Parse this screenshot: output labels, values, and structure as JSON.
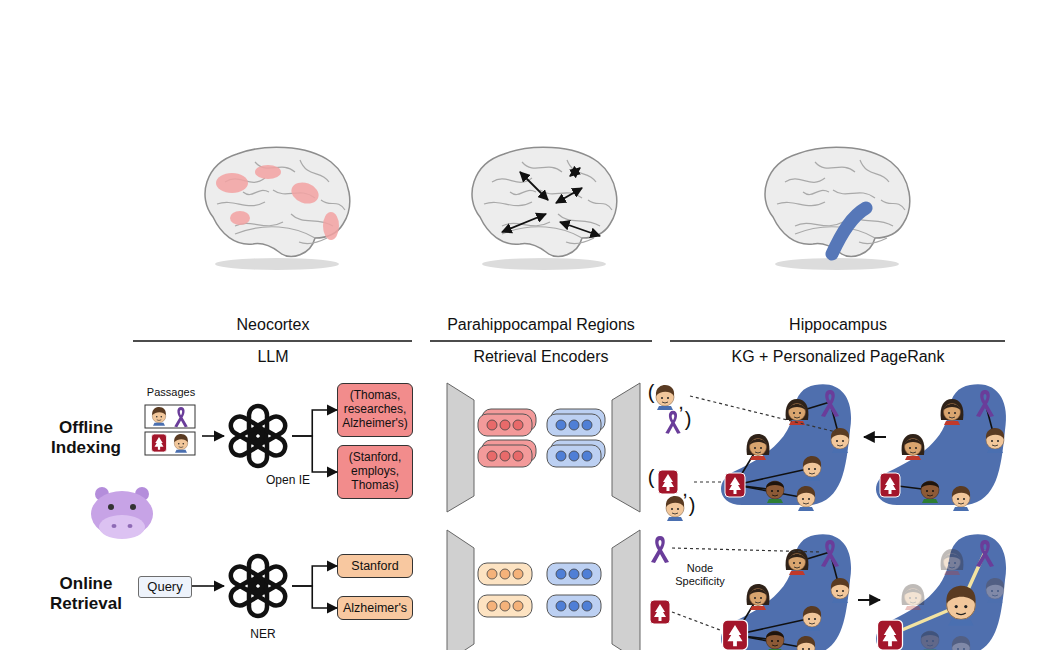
{
  "diagram": {
    "nodes": [
      {
        "text": [
          "Passages"
        ]
      },
      {
        "text": [
          "Open IE"
        ]
      },
      {
        "text": [
          "(Thomas, researches, Alzheimer's)"
        ]
      },
      {
        "text": [
          "(Stanford, employs, Thomas)"
        ]
      },
      {
        "text": [
          "Query"
        ]
      },
      {
        "text": [
          "NER"
        ]
      },
      {
        "text": [
          "Stanford"
        ]
      },
      {
        "text": [
          "Alzheimer's"
        ]
      }
    ],
    "edges": [
      {
        "from": 0,
        "to": 1,
        "arrow": "to"
      },
      {
        "from": 1,
        "to": 2,
        "arrow": "to"
      },
      {
        "from": 1,
        "to": 3,
        "arrow": "to"
      },
      {
        "from": 4,
        "to": 5,
        "arrow": "to"
      },
      {
        "from": 5,
        "to": 6,
        "arrow": "to"
      },
      {
        "from": 5,
        "to": 7,
        "arrow": "to"
      }
    ],
    "labels": [
      "Neocortex",
      "Parahippocampal Regions",
      "Hippocampus",
      "LLM",
      "Retrieval Encoders",
      "KG + Personalized PageRank",
      "Offline Indexing",
      "Online Retrieval",
      "(",
      ",",
      ")",
      "(",
      ",",
      ")",
      "Node Specificity"
    ]
  }
}
